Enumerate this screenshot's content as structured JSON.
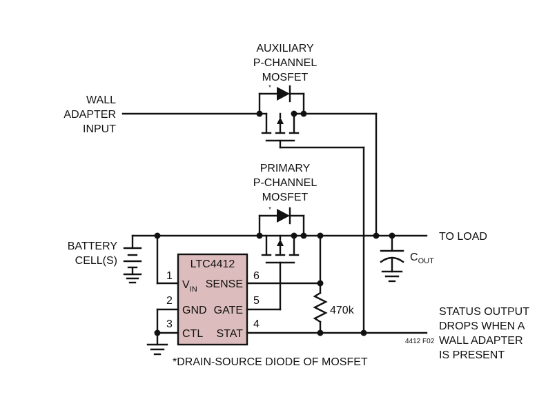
{
  "aux_mosfet": {
    "line1": "AUXILIARY",
    "line2": "P-CHANNEL",
    "line3": "MOSFET",
    "diode_mark": "*"
  },
  "primary_mosfet": {
    "line1": "PRIMARY",
    "line2": "P-CHANNEL",
    "line3": "MOSFET",
    "diode_mark": "*"
  },
  "wall_adapter": {
    "line1": "WALL",
    "line2": "ADAPTER",
    "line3": "INPUT"
  },
  "battery": {
    "line1": "BATTERY",
    "line2": "CELL(S)"
  },
  "load": {
    "label": "TO LOAD"
  },
  "cout": {
    "main": "C",
    "sub": "OUT"
  },
  "ic": {
    "name": "LTC4412",
    "fill_color": "#dcbcbc",
    "pins": {
      "vin_main": "V",
      "vin_sub": "IN",
      "vin_num": "1",
      "gnd": "GND",
      "gnd_num": "2",
      "ctl": "CTL",
      "ctl_num": "3",
      "stat": "STAT",
      "stat_num": "4",
      "gate": "GATE",
      "gate_num": "5",
      "sense": "SENSE",
      "sense_num": "6"
    }
  },
  "resistor": {
    "value": "470k"
  },
  "status": {
    "line1": "STATUS OUTPUT",
    "line2": "DROPS WHEN A",
    "line3": "WALL ADAPTER",
    "line4": "IS PRESENT"
  },
  "figure_code": "4412 F02",
  "footnote": "*DRAIN-SOURCE DIODE OF MOSFET"
}
